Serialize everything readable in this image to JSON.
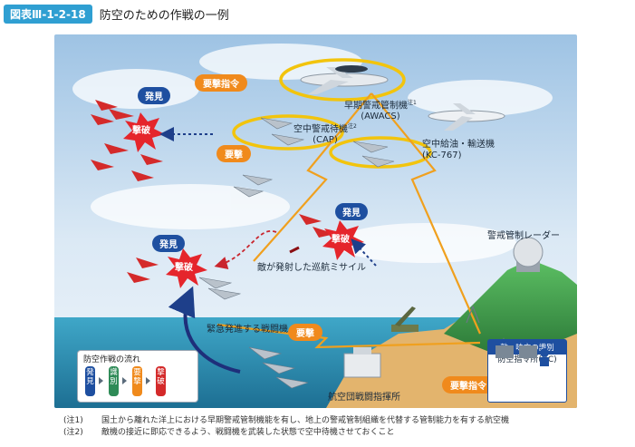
{
  "header": {
    "figure_label": "図表Ⅲ-1-2-18",
    "title": "防空のための作戦の一例"
  },
  "labels": {
    "awacs": "早期警戒管制機",
    "awacs_sub": "(AWACS)",
    "awacs_note": "注1",
    "cap": "空中警戒待機",
    "cap_sub": "(CAP)",
    "cap_note": "注2",
    "tanker": "空中給油・輸送機",
    "tanker_sub": "(KC-767)",
    "radar": "警戒管制レーダー",
    "cruise_missile": "敵が発射した巡航ミサイル",
    "scramble": "緊急発進する戦闘機",
    "hq": "航空団戦闘指揮所",
    "dc": "防空指令所(DC)",
    "identify": "敵・味方の識別"
  },
  "pills": {
    "intercept_order_top": "要撃指令",
    "intercept_mid": "要撃",
    "intercept_low": "要撃",
    "intercept_order_bottom": "要撃指令",
    "detect_1": "発見",
    "detect_2": "発見",
    "detect_3": "発見",
    "destroy_1": "撃破",
    "destroy_2": "撃破",
    "destroy_3": "撃破"
  },
  "flow": {
    "title": "防空作戦の流れ",
    "steps": [
      "発見",
      "識別",
      "要撃",
      "撃破"
    ],
    "colors": [
      "#1e4fa0",
      "#2e8b57",
      "#f08a1c",
      "#d42a2a"
    ]
  },
  "notes": [
    {
      "key": "(注1)",
      "text": "国土から離れた洋上における早期警戒管制機能を有し、地上の警戒管制組織を代替する管制能力を有する航空機"
    },
    {
      "key": "(注2)",
      "text": "敵機の接近に即応できるよう、戦闘機を武装した状態で空中待機させておくこと"
    }
  ],
  "colors": {
    "accent_blue": "#2f9fd2",
    "orange": "#f08a1c",
    "navy": "#1e4fa0",
    "red": "#d42a2a"
  }
}
